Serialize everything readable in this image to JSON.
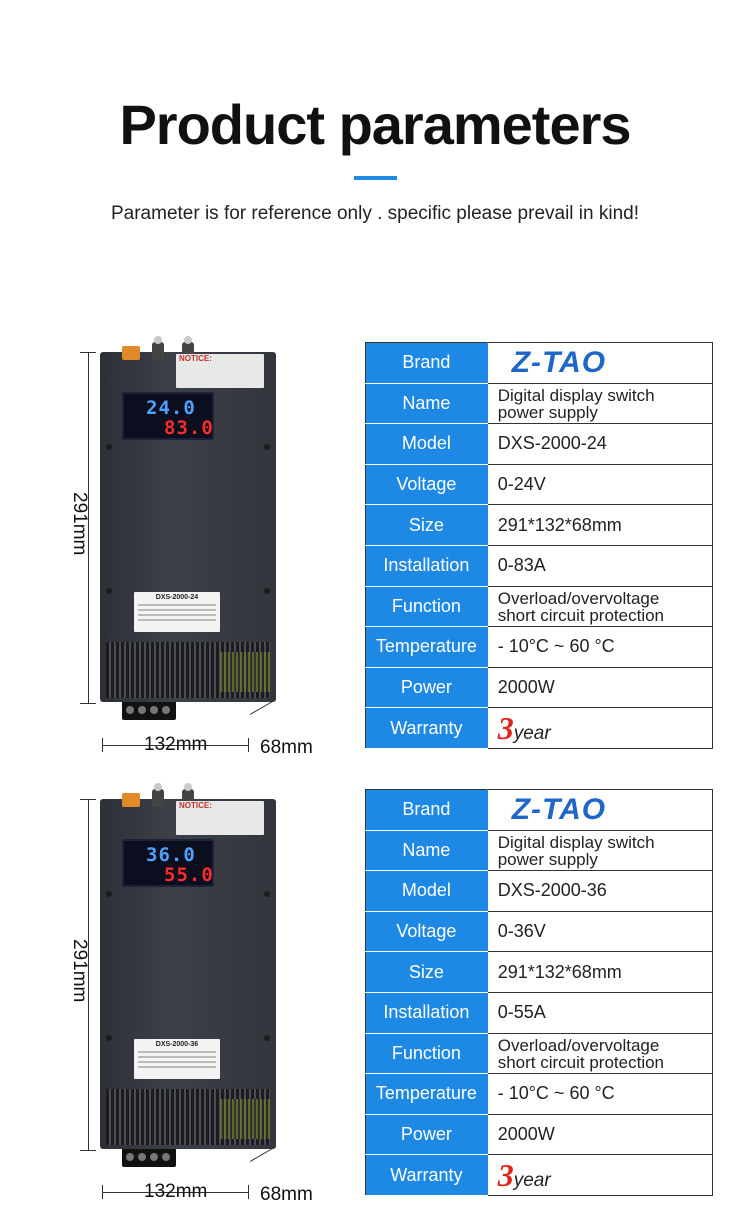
{
  "page": {
    "title": "Product parameters",
    "subtitle": "Parameter is for reference only . specific please prevail in kind!"
  },
  "accent_color": "#1e88e5",
  "products": [
    {
      "display_voltage": "24.0",
      "display_current": "83.0",
      "label_model": "DXS-2000-24",
      "notice_label": "NOTICE:",
      "dimension_height": "291mm",
      "dimension_width": "132mm",
      "dimension_depth": "68mm",
      "spec": {
        "brand_label": "Brand",
        "brand_logo": "Z-TAO",
        "name_label": "Name",
        "name_line1": "Digital display switch",
        "name_line2": "power supply",
        "model_label": "Model",
        "model": "DXS-2000-24",
        "voltage_label": "Voltage",
        "voltage": "0-24V",
        "size_label": "Size",
        "size": "291*132*68mm",
        "installation_label": "Installation",
        "installation": "0-83A",
        "function_label": "Function",
        "function_line1": "Overload/overvoltage",
        "function_line2": "short circuit protection",
        "temperature_label": "Temperature",
        "temperature": "- 10°C ~ 60 °C",
        "power_label": "Power",
        "power": "2000W",
        "warranty_label": "Warranty",
        "warranty_num": "3",
        "warranty_unit": "year"
      }
    },
    {
      "display_voltage": "36.0",
      "display_current": "55.0",
      "label_model": "DXS-2000-36",
      "notice_label": "NOTICE:",
      "dimension_height": "291mm",
      "dimension_width": "132mm",
      "dimension_depth": "68mm",
      "spec": {
        "brand_label": "Brand",
        "brand_logo": "Z-TAO",
        "name_label": "Name",
        "name_line1": "Digital display switch",
        "name_line2": "power supply",
        "model_label": "Model",
        "model": "DXS-2000-36",
        "voltage_label": "Voltage",
        "voltage": "0-36V",
        "size_label": "Size",
        "size": "291*132*68mm",
        "installation_label": "Installation",
        "installation": "0-55A",
        "function_label": "Function",
        "function_line1": "Overload/overvoltage",
        "function_line2": "short circuit protection",
        "temperature_label": "Temperature",
        "temperature": "- 10°C ~ 60 °C",
        "power_label": "Power",
        "power": "2000W",
        "warranty_label": "Warranty",
        "warranty_num": "3",
        "warranty_unit": "year"
      }
    }
  ]
}
